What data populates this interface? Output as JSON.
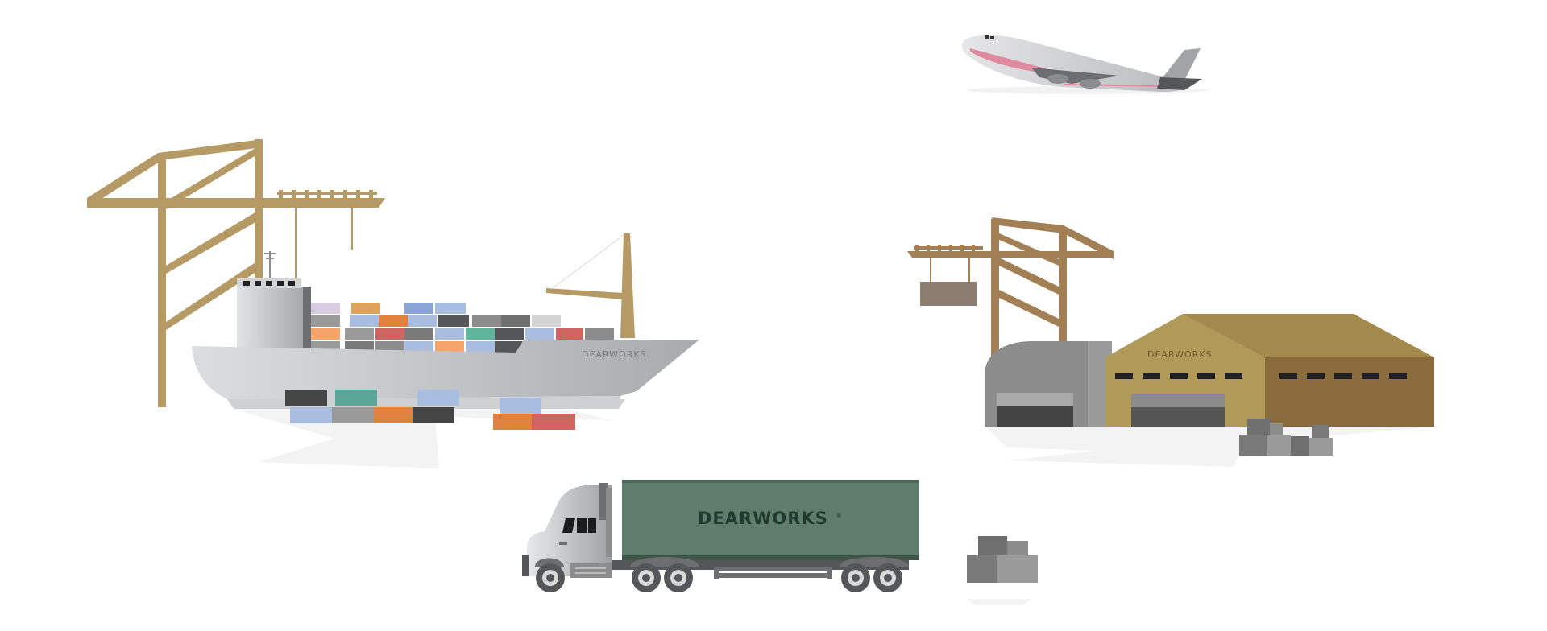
{
  "brand": {
    "ship_label": "DEARWORKS",
    "warehouse_label": "DEARWORKS",
    "truck_label": "DEARWORKS",
    "trademark": "®"
  },
  "colors": {
    "crane_gold": "#b59a66",
    "crane_brown": "#a37f55",
    "hull_gray": "#c6c7c9",
    "warehouse_gold": "#b09a5a",
    "warehouse_brown": "#8a6c3c",
    "truck_green": "#5e7d6c",
    "container_orange": "#e0823f",
    "container_blue": "#a9bde0",
    "container_red": "#cf6560",
    "container_teal": "#5aa596",
    "plane_pink": "#e08aa0"
  },
  "icons": {
    "airplane": "airplane-icon",
    "ship": "cargo-ship-icon",
    "truck": "semi-truck-icon",
    "warehouse": "warehouse-icon",
    "crane": "gantry-crane-icon",
    "boxes": "cargo-boxes-icon"
  }
}
